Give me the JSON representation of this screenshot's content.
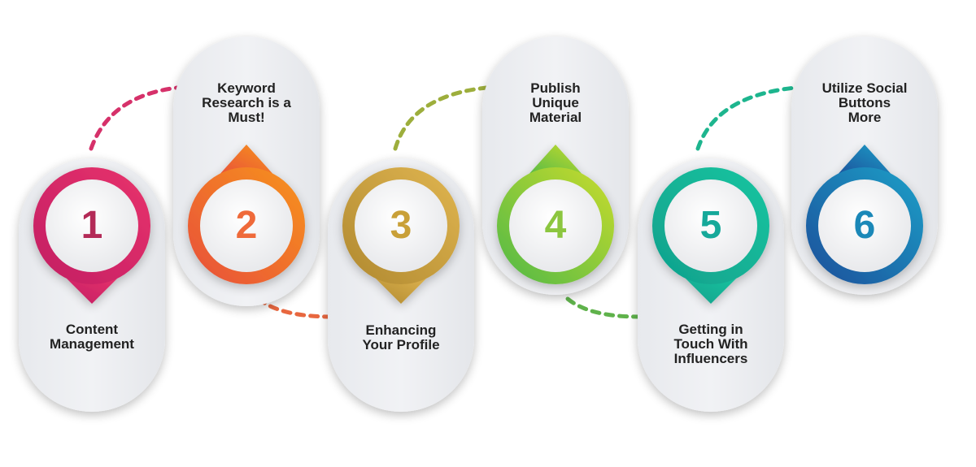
{
  "steps": [
    {
      "number": "1",
      "label": "Content\nManagement",
      "color_dark": "#c21e63",
      "color_light": "#e8336c",
      "number_color": "#b32a57"
    },
    {
      "number": "2",
      "label": "Keyword\nResearch is a\nMust!",
      "color_dark": "#e84e3a",
      "color_light": "#f7941d",
      "number_color": "#ef6a3a"
    },
    {
      "number": "3",
      "label": "Enhancing\nYour Profile",
      "color_dark": "#b08930",
      "color_light": "#e0b550",
      "number_color": "#c9a038"
    },
    {
      "number": "4",
      "label": "Publish\nUnique\nMaterial",
      "color_dark": "#4fb848",
      "color_light": "#c9dc2c",
      "number_color": "#8cc63f"
    },
    {
      "number": "5",
      "label": "Getting in\nTouch With\nInfluencers",
      "color_dark": "#0fa08c",
      "color_light": "#1bc5a0",
      "number_color": "#16a99a"
    },
    {
      "number": "6",
      "label": "Utilize Social\nButtons\nMore",
      "color_dark": "#1d4e9a",
      "color_light": "#1aa0c8",
      "number_color": "#1b88b8"
    }
  ],
  "connector_colors": [
    "#d6316a",
    "#e8673f",
    "#9dae3c",
    "#5fb24b",
    "#1db58e"
  ]
}
